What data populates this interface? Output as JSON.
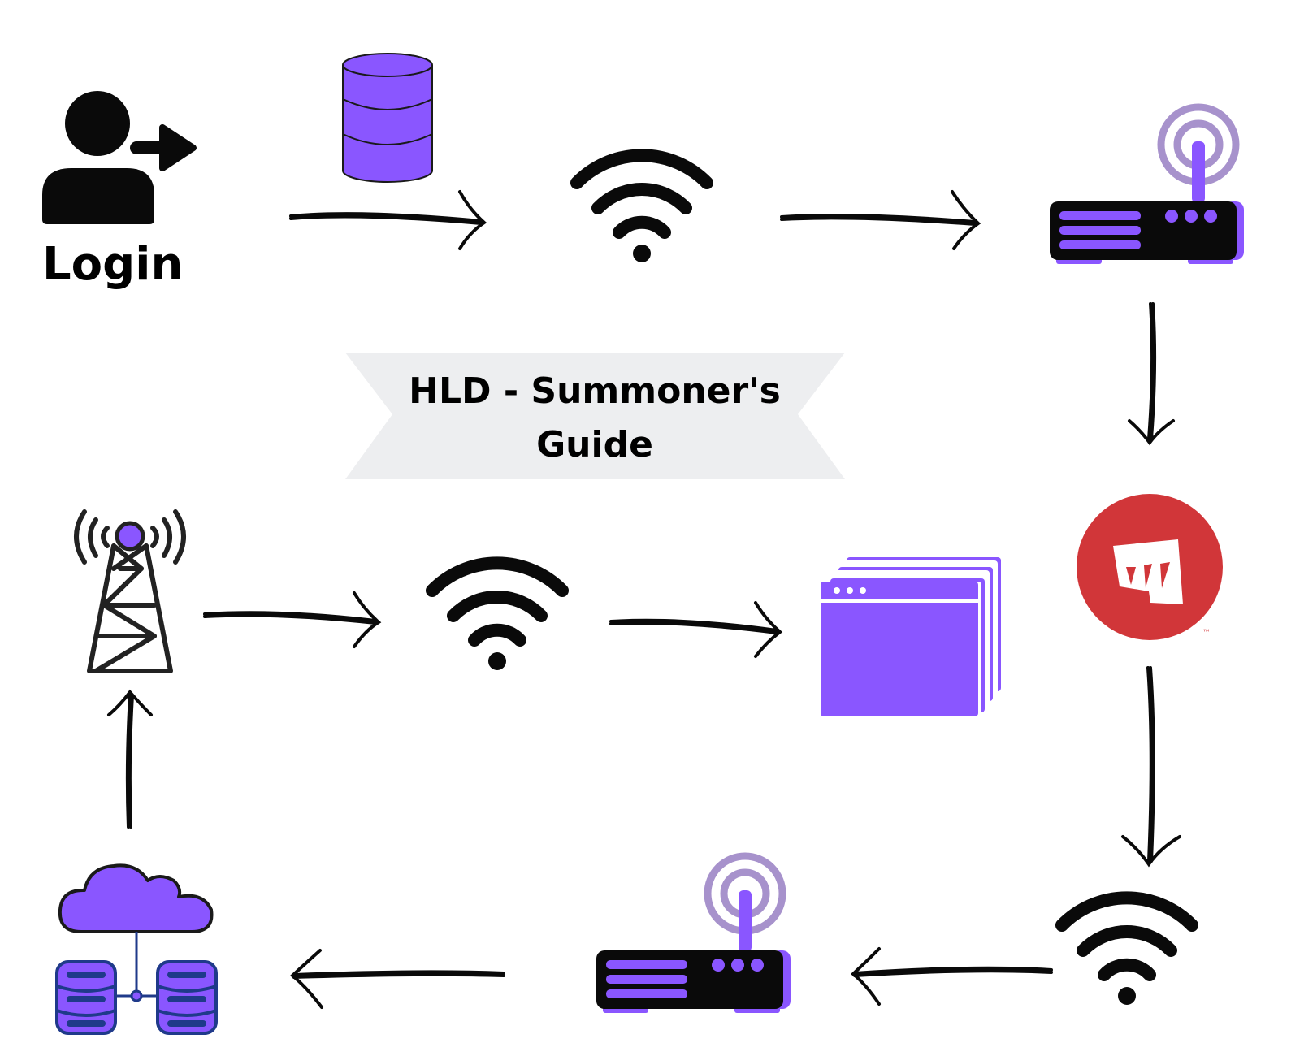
{
  "title_banner": {
    "line1": "HLD - Summoner's",
    "line2": "Guide"
  },
  "login_label": "Login",
  "trademark": "™",
  "colors": {
    "purple": "#8A56FF",
    "light_purple": "#A792CC",
    "black": "#0A0A0A",
    "riot_red": "#D13639",
    "banner_gray": "#EDEEF0"
  },
  "nodes": [
    {
      "name": "login-user",
      "icon": "user-login-icon"
    },
    {
      "name": "database",
      "icon": "database-icon"
    },
    {
      "name": "wifi-1",
      "icon": "wifi-icon"
    },
    {
      "name": "router-1",
      "icon": "router-icon"
    },
    {
      "name": "riot-games",
      "icon": "riot-games-logo"
    },
    {
      "name": "wifi-2",
      "icon": "wifi-icon"
    },
    {
      "name": "router-2",
      "icon": "router-icon"
    },
    {
      "name": "cloud-storage",
      "icon": "cloud-database-icon"
    },
    {
      "name": "cell-tower",
      "icon": "cell-tower-icon"
    },
    {
      "name": "wifi-3",
      "icon": "wifi-icon"
    },
    {
      "name": "browser-windows",
      "icon": "browser-windows-icon"
    }
  ]
}
